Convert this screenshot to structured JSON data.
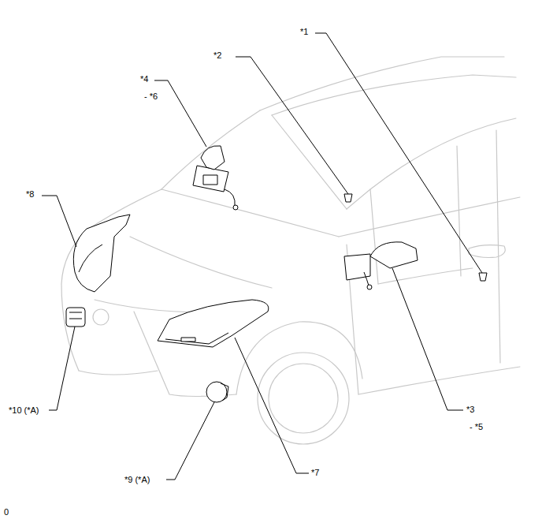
{
  "diagram": {
    "labels": [
      "*1",
      "*2",
      "*4",
      "- *6",
      "*8",
      "*3",
      "- *5",
      "*10 (*A)",
      "*9 (*A)",
      "*7",
      "0"
    ]
  }
}
